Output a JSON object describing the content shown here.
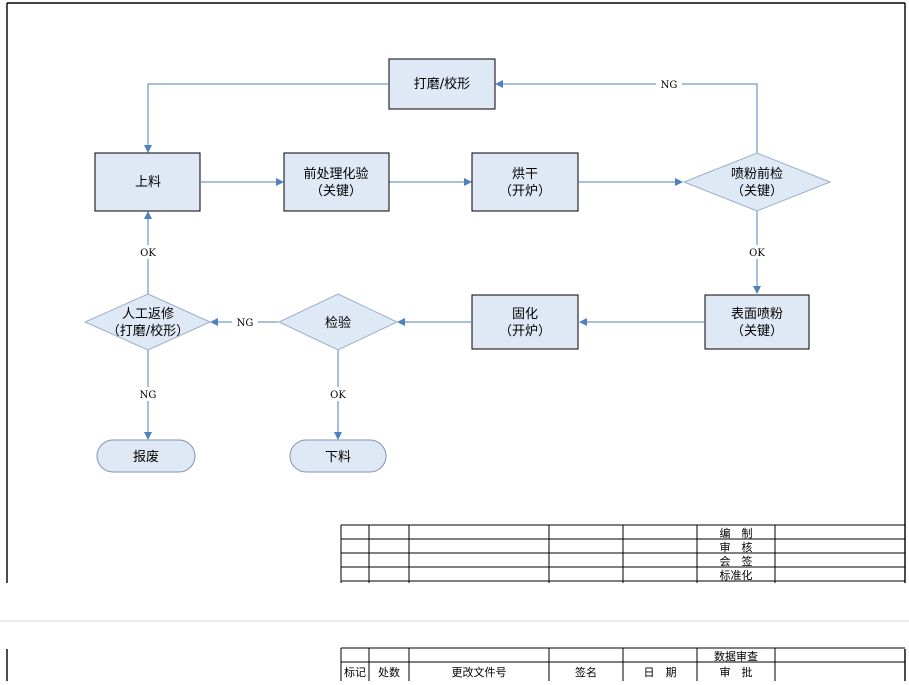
{
  "nodes": {
    "grind": "打磨/校形",
    "load": "上料",
    "pretreat_1": "前处理化验",
    "pretreat_2": "（关键）",
    "dry_1": "烘干",
    "dry_2": "（开炉）",
    "precheck_1": "喷粉前检",
    "precheck_2": "（关键）",
    "rework_1": "人工返修",
    "rework_2": "（打磨/校形）",
    "inspect": "检验",
    "cure_1": "固化",
    "cure_2": "（开炉）",
    "spray_1": "表面喷粉",
    "spray_2": "（关键）",
    "scrap": "报废",
    "unload": "下料"
  },
  "edges": {
    "ng_top": "NG",
    "ok_right": "OK",
    "ok_left": "OK",
    "ng_mid": "NG",
    "ng_down": "NG",
    "ok_down": "OK"
  },
  "title_block": {
    "compile": "编　制",
    "review": "审　核",
    "countersign": "会　签",
    "standardize": "标准化",
    "data_review": "数据审查",
    "mark": "标记",
    "count": "处数",
    "change_doc": "更改文件号",
    "signature": "签名",
    "date": "日　期",
    "approve": "审　批"
  },
  "colors": {
    "box_fill": "#dfe8f5",
    "flow_line": "#4f81bd"
  }
}
